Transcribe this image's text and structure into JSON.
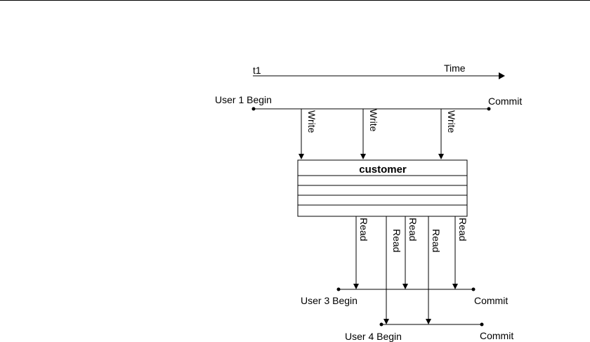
{
  "diagram": {
    "time_axis": {
      "start_label": "t1",
      "end_label": "Time"
    },
    "user1": {
      "begin_label": "User 1 Begin",
      "commit_label": "Commit"
    },
    "writes": [
      "Write",
      "Write",
      "Write"
    ],
    "table": {
      "name": "customer"
    },
    "reads": [
      "Read",
      "Read",
      "Read",
      "Read",
      "Read"
    ],
    "user3": {
      "begin_label": "User 3 Begin",
      "commit_label": "Commit"
    },
    "user4": {
      "begin_label": "User 4 Begin",
      "commit_label": "Commit"
    }
  },
  "colors": {
    "ink": "#000000",
    "background": "#ffffff"
  }
}
